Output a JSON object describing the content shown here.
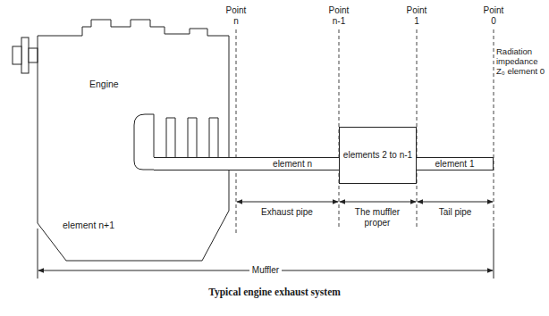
{
  "diagram": {
    "caption": "Typical engine exhaust system",
    "nodes": [
      {
        "text": [
          "Engine",
          "element n+1"
        ]
      },
      {
        "text": [
          "element n"
        ]
      },
      {
        "text": [
          "elements 2 to n-1"
        ]
      },
      {
        "text": [
          "element 1"
        ]
      }
    ],
    "labels": [
      "Point n",
      "Point n-1",
      "Point 1",
      "Point 0",
      "Radiation impedance Z₀ element 0",
      "Exhaust pipe",
      "The muffler proper",
      "Tail pipe",
      "Muffler"
    ]
  }
}
